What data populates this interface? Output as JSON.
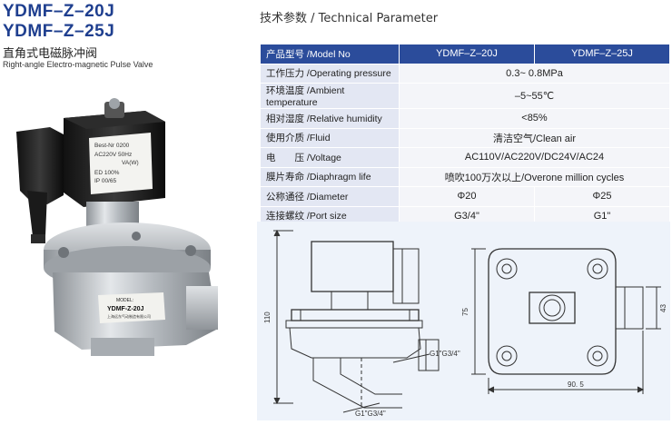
{
  "product": {
    "model_1": "YDMF–Z–20J",
    "model_2": "YDMF–Z–25J",
    "title_cn": "直角式电磁脉冲阀",
    "title_en": "Right-angle Electro-magnetic Pulse Valve",
    "nameplate": {
      "lines": [
        "Best-Nr 0200",
        "AC220V 50Hz",
        "VA(W)",
        "ED  100%",
        "IP   00/65"
      ],
      "model_label": "MODEL:",
      "model_value": "YDMF-Z-20J",
      "maker": "上海远东气动制造有限公司"
    }
  },
  "spec": {
    "section_title": "技术参数 / Technical Parameter",
    "header": {
      "label": "产品型号 /Model No",
      "col1": "YDMF–Z–20J",
      "col2": "YDMF–Z–25J"
    },
    "rows": [
      {
        "label": "工作压力 /Operating pressure",
        "value": "0.3~ 0.8MPa"
      },
      {
        "label": "环境温度 /Ambient temperature",
        "value": "–5~55℃"
      },
      {
        "label": "相对湿度 /Relative humidity",
        "value": "<85%"
      },
      {
        "label": "使用介质 /Fluid",
        "value": "清洁空气/Clean air"
      },
      {
        "label": "电　　压 /Voltage",
        "value": "AC110V/AC220V/DC24V/AC24"
      },
      {
        "label": "膜片寿命 /Diaphragm life",
        "value": "喷吹100万次以上/Overone million cycles"
      }
    ],
    "split_rows": [
      {
        "label": "公称通径 /Diameter",
        "col1": "Φ20",
        "col2": "Φ25"
      },
      {
        "label": "连接螺纹 /Port size",
        "col1": "G3/4\"",
        "col2": "G1\""
      }
    ]
  },
  "drawing": {
    "dim_height": "110",
    "dim_front_height": "75",
    "dim_side": "43",
    "dim_width": "90. 5",
    "port_label_1": "G1\"G3/4\"",
    "port_label_2": "G1\"G3/4\""
  }
}
